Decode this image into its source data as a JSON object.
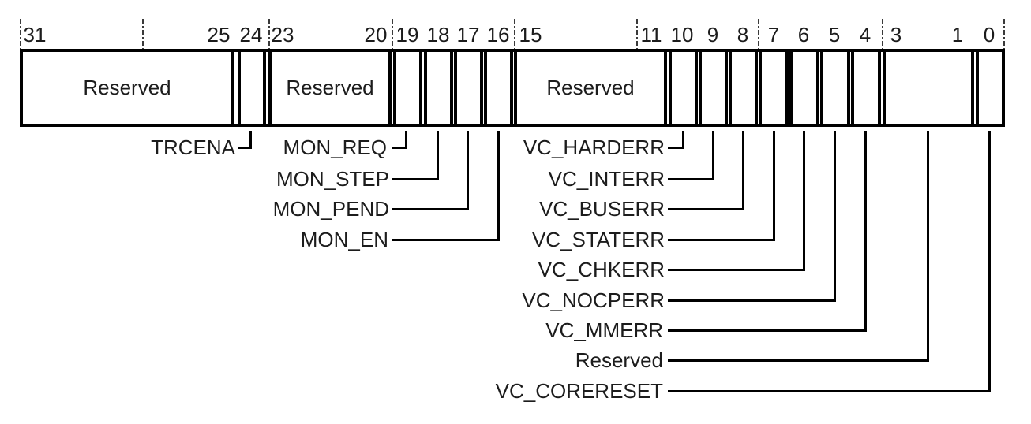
{
  "diagram_type": "register-bit-field",
  "colors": {
    "line": "#000000",
    "text": "#1c1c1c",
    "background": "#ffffff"
  },
  "bit_ruler": [
    "31",
    "25",
    "24",
    "23",
    "20",
    "19",
    "18",
    "17",
    "16",
    "15",
    "11",
    "10",
    "9",
    "8",
    "7",
    "6",
    "5",
    "4",
    "3",
    "1",
    "0"
  ],
  "cells": [
    {
      "bits": "31:25",
      "label": "Reserved"
    },
    {
      "bits": "24",
      "label": ""
    },
    {
      "bits": "23:20",
      "label": "Reserved"
    },
    {
      "bits": "19",
      "label": ""
    },
    {
      "bits": "18",
      "label": ""
    },
    {
      "bits": "17",
      "label": ""
    },
    {
      "bits": "16",
      "label": ""
    },
    {
      "bits": "15:11",
      "label": "Reserved"
    },
    {
      "bits": "10",
      "label": ""
    },
    {
      "bits": "9",
      "label": ""
    },
    {
      "bits": "8",
      "label": ""
    },
    {
      "bits": "7",
      "label": ""
    },
    {
      "bits": "6",
      "label": ""
    },
    {
      "bits": "5",
      "label": ""
    },
    {
      "bits": "4",
      "label": ""
    },
    {
      "bits": "3:1",
      "label": ""
    },
    {
      "bits": "0",
      "label": ""
    }
  ],
  "callouts": [
    {
      "label": "TRCENA",
      "bits": "24"
    },
    {
      "label": "MON_REQ",
      "bits": "19"
    },
    {
      "label": "MON_STEP",
      "bits": "18"
    },
    {
      "label": "MON_PEND",
      "bits": "17"
    },
    {
      "label": "MON_EN",
      "bits": "16"
    },
    {
      "label": "VC_HARDERR",
      "bits": "10"
    },
    {
      "label": "VC_INTERR",
      "bits": "9"
    },
    {
      "label": "VC_BUSERR",
      "bits": "8"
    },
    {
      "label": "VC_STATERR",
      "bits": "7"
    },
    {
      "label": "VC_CHKERR",
      "bits": "6"
    },
    {
      "label": "VC_NOCPERR",
      "bits": "5"
    },
    {
      "label": "VC_MMERR",
      "bits": "4"
    },
    {
      "label": "Reserved",
      "bits": "3:1"
    },
    {
      "label": "VC_CORERESET",
      "bits": "0"
    }
  ]
}
